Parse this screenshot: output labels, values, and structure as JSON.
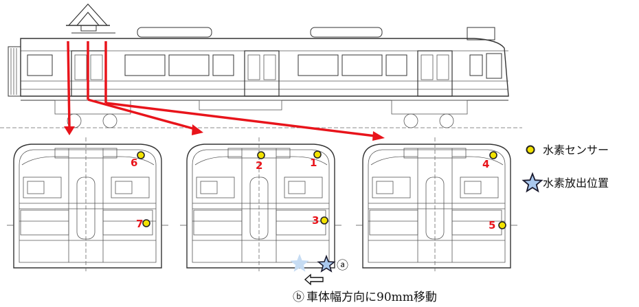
{
  "legend": {
    "sensor_label": "水素センサー",
    "release_label": "水素放出位置",
    "sensor_color": "#f2e200",
    "release_color": "#a9c8ef"
  },
  "sensors": [
    {
      "id": "1"
    },
    {
      "id": "2"
    },
    {
      "id": "3"
    },
    {
      "id": "4"
    },
    {
      "id": "5"
    },
    {
      "id": "6"
    },
    {
      "id": "7"
    }
  ],
  "markers": {
    "a": "ⓐ",
    "b": "ⓑ"
  },
  "note": "車体幅方向に90mm移動",
  "colors": {
    "arrow": "#e8141b",
    "label": "#e8141b",
    "line": "#333333"
  }
}
